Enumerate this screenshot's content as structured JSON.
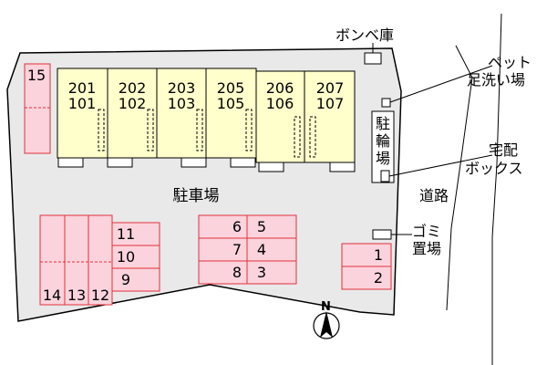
{
  "labels": {
    "gas_storage": "ボンベ庫",
    "pet_wash_line1": "ペット",
    "pet_wash_line2": "足洗い場",
    "bicycle_parking": "駐輪場",
    "delivery_box_line1": "宅配",
    "delivery_box_line2": "ボックス",
    "road": "道路",
    "garbage_line1": "ゴミ",
    "garbage_line2": "置場",
    "parking_lot": "駐車場",
    "north": "N"
  },
  "units": [
    {
      "upper": "201",
      "lower": "101"
    },
    {
      "upper": "202",
      "lower": "102"
    },
    {
      "upper": "203",
      "lower": "103"
    },
    {
      "upper": "205",
      "lower": "105"
    },
    {
      "upper": "206",
      "lower": "106"
    },
    {
      "upper": "207",
      "lower": "107"
    }
  ],
  "parking_spaces": [
    "1",
    "2",
    "3",
    "4",
    "5",
    "6",
    "8",
    "9",
    "10",
    "11",
    "12",
    "13",
    "14",
    "15",
    "7"
  ],
  "colors": {
    "building_fill": "#ffffcc",
    "parking_fill": "#fbd3dc",
    "parking_stroke": "#e0303a",
    "lot_fill": "#e9e9ea"
  }
}
